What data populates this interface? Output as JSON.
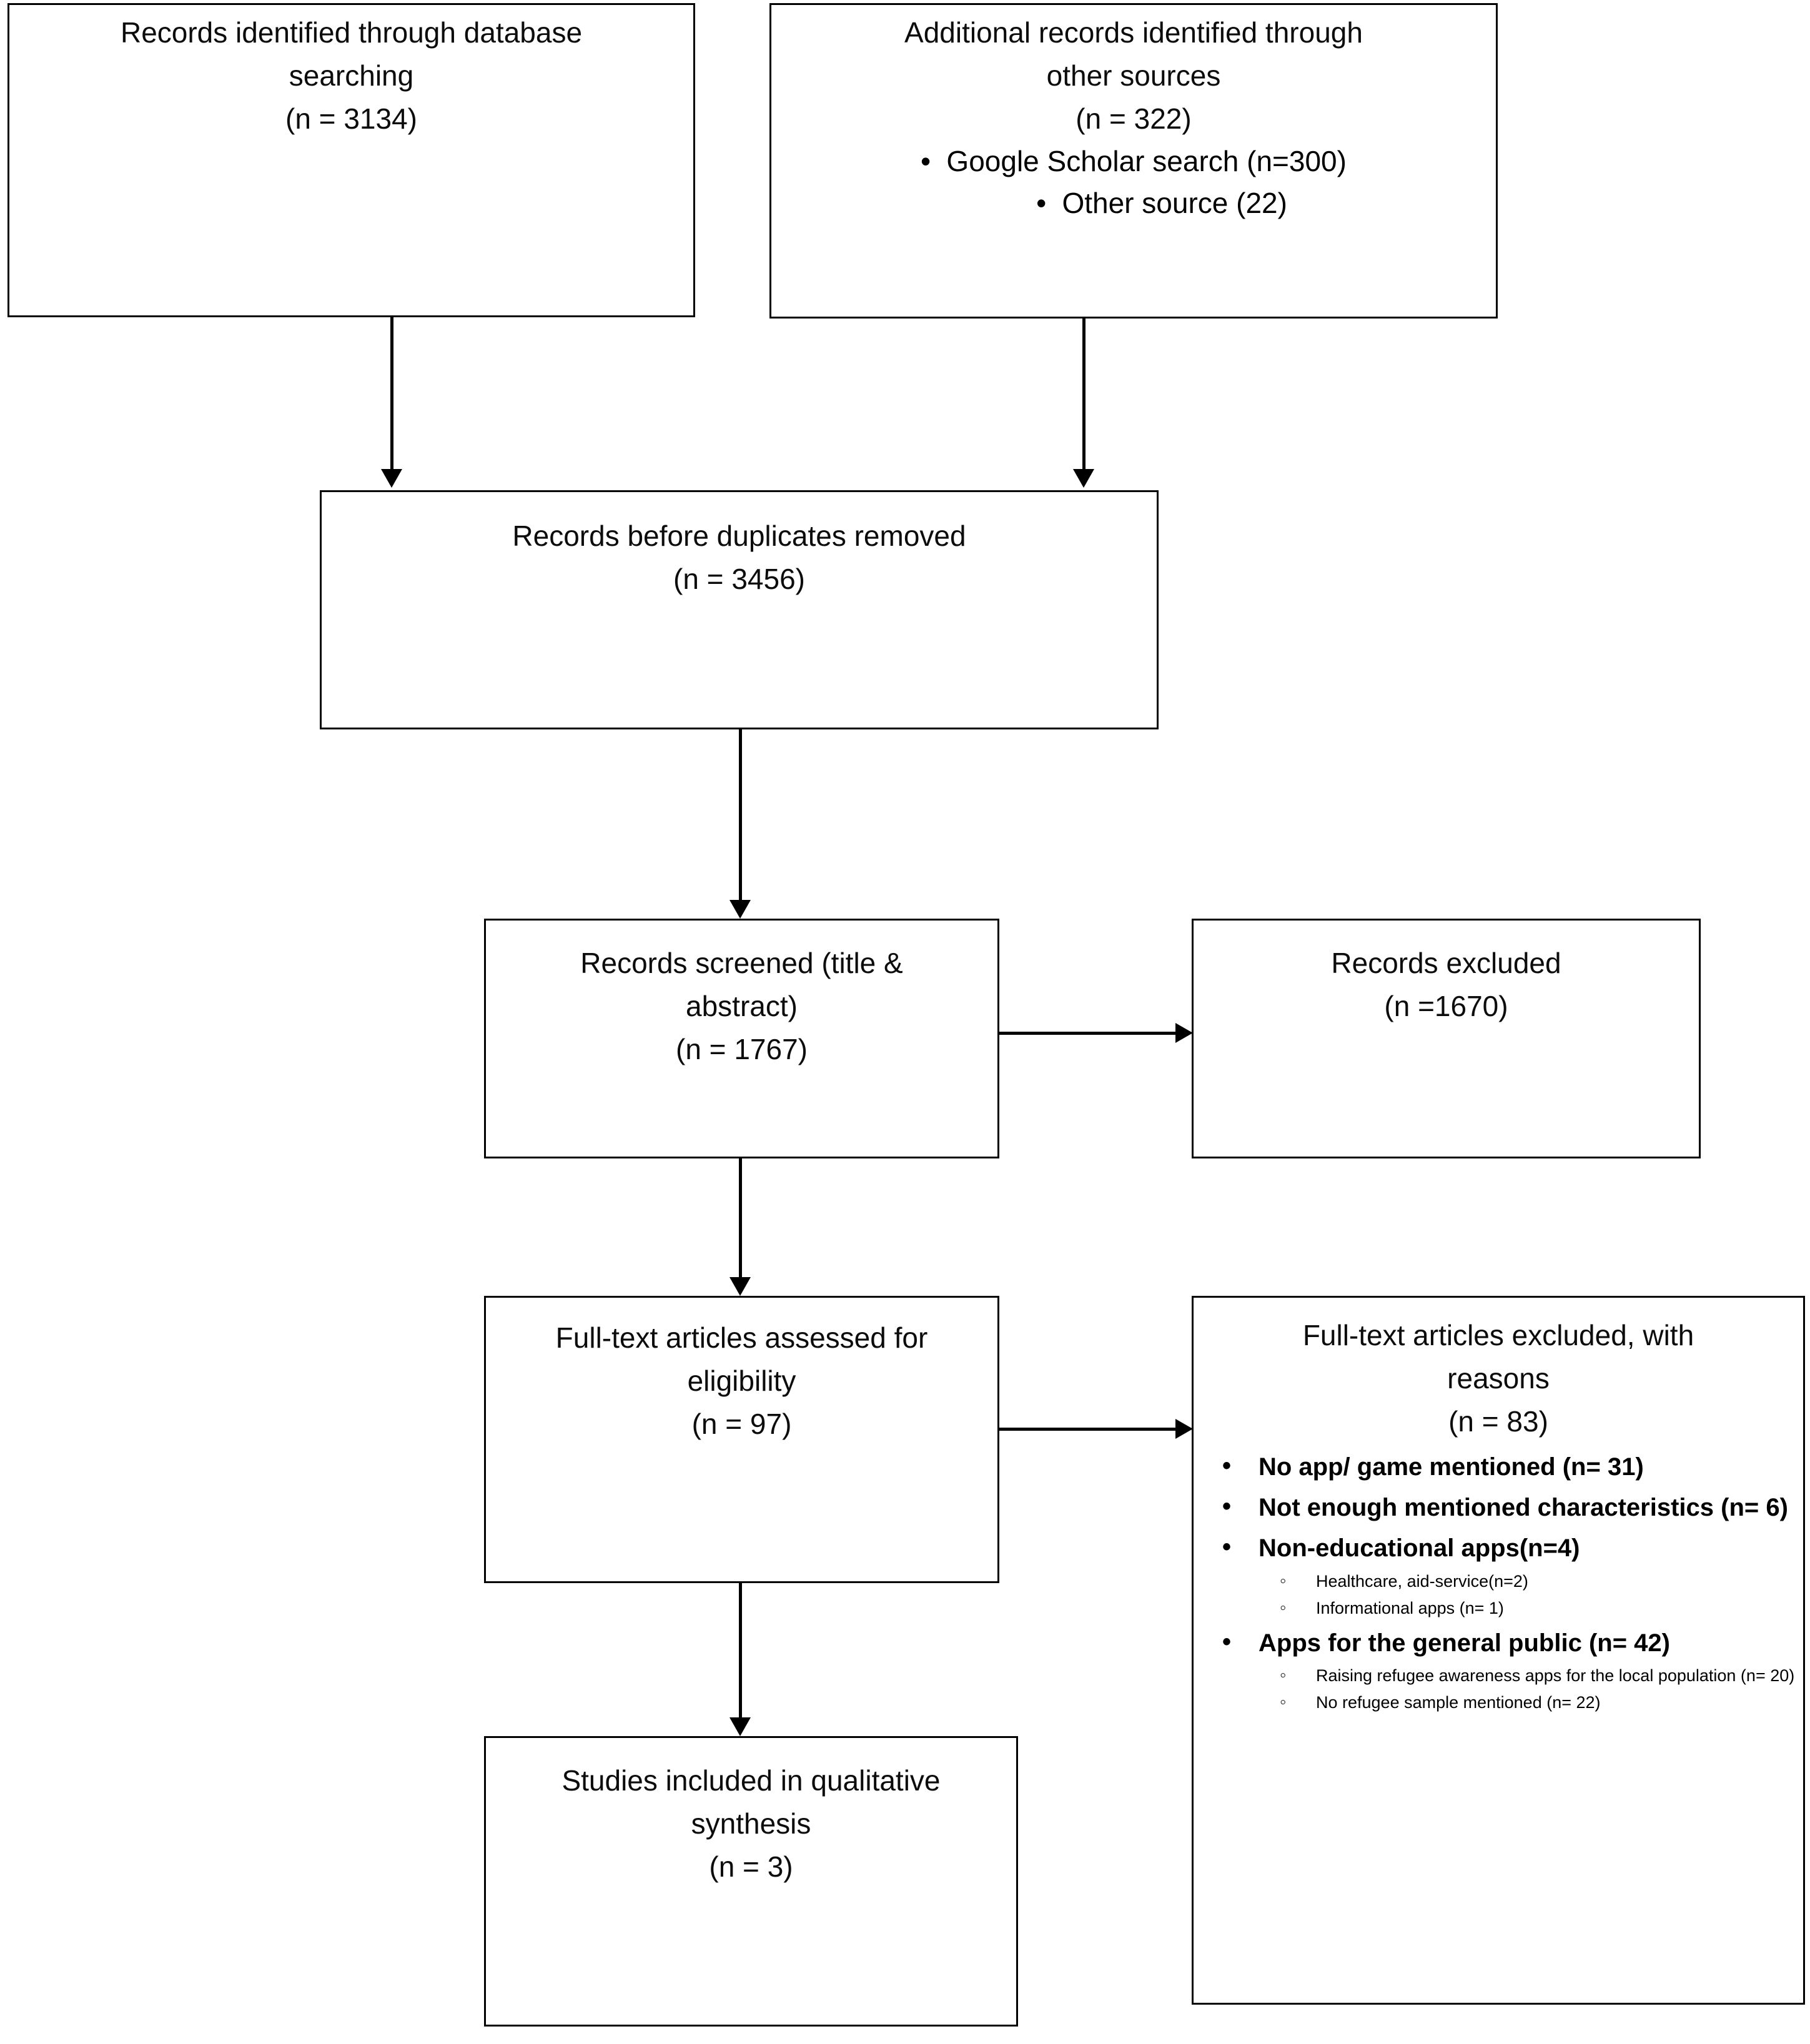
{
  "diagram": {
    "title": "PRISMA study selection flow diagram",
    "type": "prisma-flowchart"
  },
  "boxes": {
    "identified_database": {
      "line1": "Records identified through database",
      "line2": "searching",
      "line3": "(n = 3134)"
    },
    "identified_other": {
      "line1": "Additional records identified through",
      "line2": "other sources",
      "line3": "(n = 322)",
      "bullets": [
        "Google Scholar search (n=300)",
        "Other source (22)"
      ]
    },
    "before_duplicates": {
      "line1": "Records before duplicates removed",
      "line2": "(n = 3456)"
    },
    "screened": {
      "line1": "Records screened (title &",
      "line2": "abstract)",
      "line3": "(n = 1767)"
    },
    "records_excluded": {
      "line1": "Records excluded",
      "line2": "(n =1670)"
    },
    "fulltext_assessed": {
      "line1": "Full-text articles assessed for",
      "line2": "eligibility",
      "line3": "(n = 97)"
    },
    "fulltext_excluded": {
      "line1": "Full-text articles excluded, with",
      "line2": "reasons",
      "line3": "(n =  83)",
      "reasons": [
        {
          "text": "No app/ game mentioned (n= 31)",
          "sub": []
        },
        {
          "text": "Not enough mentioned characteristics (n= 6)",
          "sub": []
        },
        {
          "text": "Non-educational apps(n=4)",
          "sub": [
            "Healthcare, aid-service(n=2)",
            "Informational apps (n= 1)"
          ]
        },
        {
          "text": "Apps for the general public  (n= 42)",
          "sub": [
            "Raising refugee awareness apps for the local population (n= 20)",
            "No refugee sample mentioned (n= 22)"
          ]
        }
      ]
    },
    "included": {
      "line1": "Studies included in qualitative",
      "line2": "synthesis",
      "line3": "(n = 3)"
    }
  },
  "colors": {
    "border": "#000000",
    "text": "#0c0c0c",
    "background": "#ffffff"
  },
  "chart_data": {
    "type": "diagram",
    "title": "PRISMA flow of information through the review phases",
    "nodes": [
      {
        "id": "identified_database",
        "label": "Records identified through database searching",
        "n": 3134
      },
      {
        "id": "identified_other",
        "label": "Additional records identified through other sources",
        "n": 322,
        "breakdown": [
          {
            "label": "Google Scholar search",
            "n": 300
          },
          {
            "label": "Other source",
            "n": 22
          }
        ]
      },
      {
        "id": "before_duplicates",
        "label": "Records before duplicates removed",
        "n": 3456
      },
      {
        "id": "screened",
        "label": "Records screened (title & abstract)",
        "n": 1767
      },
      {
        "id": "records_excluded",
        "label": "Records excluded",
        "n": 1670
      },
      {
        "id": "fulltext_assessed",
        "label": "Full-text articles assessed for eligibility",
        "n": 97
      },
      {
        "id": "fulltext_excluded",
        "label": "Full-text articles excluded, with reasons",
        "n": 83,
        "breakdown": [
          {
            "label": "No app/ game mentioned",
            "n": 31
          },
          {
            "label": "Not enough mentioned characteristics",
            "n": 6
          },
          {
            "label": "Non-educational apps",
            "n": 4,
            "sub": [
              {
                "label": "Healthcare, aid-service",
                "n": 2
              },
              {
                "label": "Informational apps",
                "n": 1
              }
            ]
          },
          {
            "label": "Apps for the general public",
            "n": 42,
            "sub": [
              {
                "label": "Raising refugee awareness apps for the local population",
                "n": 20
              },
              {
                "label": "No refugee sample mentioned",
                "n": 22
              }
            ]
          }
        ]
      },
      {
        "id": "included",
        "label": "Studies included in qualitative synthesis",
        "n": 3
      }
    ],
    "edges": [
      {
        "from": "identified_database",
        "to": "before_duplicates"
      },
      {
        "from": "identified_other",
        "to": "before_duplicates"
      },
      {
        "from": "before_duplicates",
        "to": "screened"
      },
      {
        "from": "screened",
        "to": "records_excluded"
      },
      {
        "from": "screened",
        "to": "fulltext_assessed"
      },
      {
        "from": "fulltext_assessed",
        "to": "fulltext_excluded"
      },
      {
        "from": "fulltext_assessed",
        "to": "included"
      }
    ]
  }
}
